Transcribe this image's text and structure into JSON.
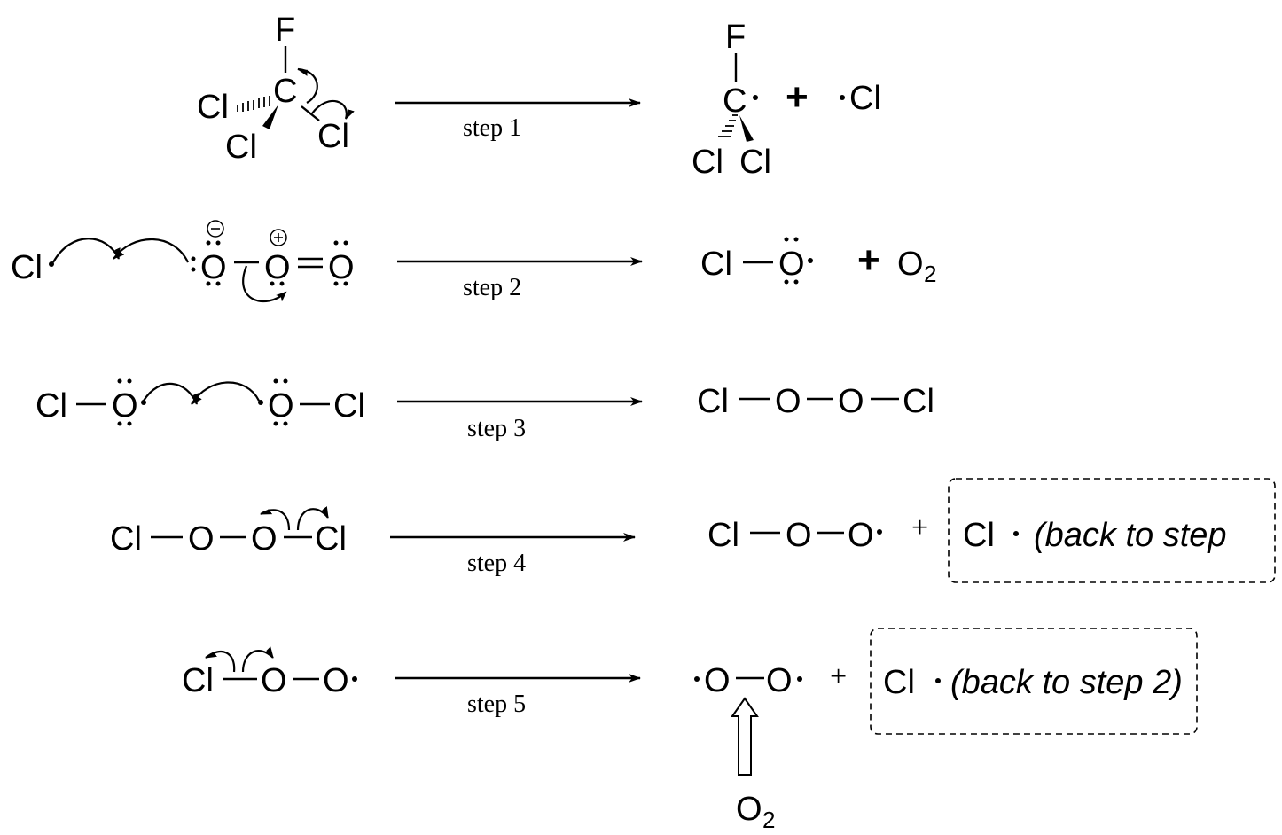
{
  "steps": [
    {
      "label": "step 1"
    },
    {
      "label": "step 2"
    },
    {
      "label": "step 3"
    },
    {
      "label": "step 4"
    },
    {
      "label": "step 5"
    }
  ],
  "atoms": {
    "F": "F",
    "C": "C",
    "Cl": "Cl",
    "O": "O"
  },
  "species": {
    "O2": "O",
    "O2_sub": "2"
  },
  "charges": {
    "minus": "−",
    "plus": "+"
  },
  "plus_sign": "+",
  "notes": {
    "step4_back": "(back to step",
    "step5_back": "(back to step 2)"
  }
}
